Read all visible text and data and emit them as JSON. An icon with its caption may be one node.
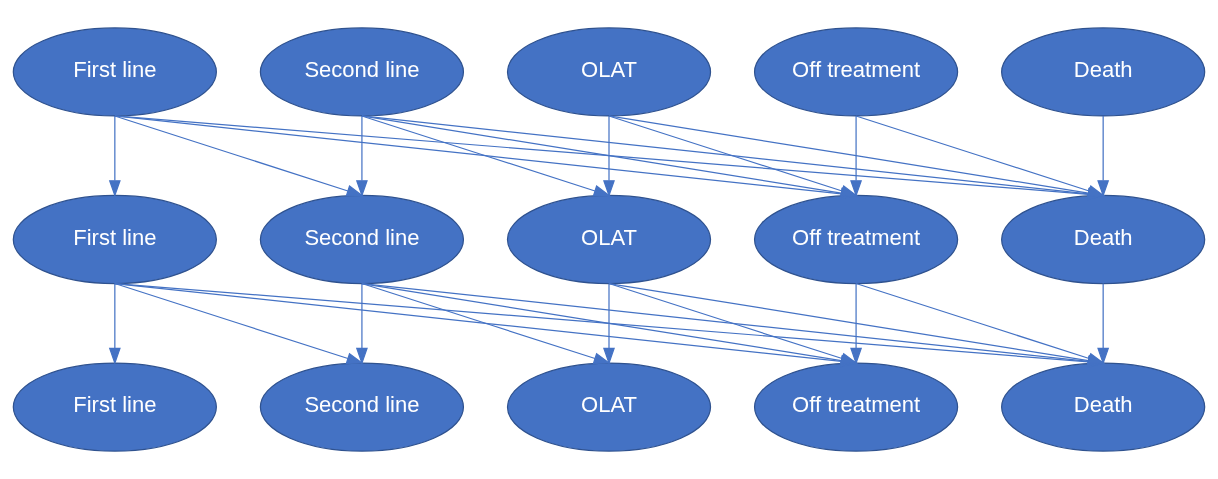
{
  "diagram": {
    "nodes": [
      {
        "text": [
          "First line"
        ]
      },
      {
        "text": [
          "Second line"
        ]
      },
      {
        "text": [
          "OLAT"
        ]
      },
      {
        "text": [
          "Off treatment"
        ]
      },
      {
        "text": [
          "Death"
        ]
      },
      {
        "text": [
          "First line"
        ]
      },
      {
        "text": [
          "Second line"
        ]
      },
      {
        "text": [
          "OLAT"
        ]
      },
      {
        "text": [
          "Off treatment"
        ]
      },
      {
        "text": [
          "Death"
        ]
      },
      {
        "text": [
          "First line"
        ]
      },
      {
        "text": [
          "Second line"
        ]
      },
      {
        "text": [
          "OLAT"
        ]
      },
      {
        "text": [
          "Off treatment"
        ]
      },
      {
        "text": [
          "Death"
        ]
      }
    ],
    "edges": [
      {
        "from": 0,
        "to": 5,
        "arrow": "to"
      },
      {
        "from": 0,
        "to": 6,
        "arrow": "to"
      },
      {
        "from": 0,
        "to": 8,
        "arrow": "to"
      },
      {
        "from": 0,
        "to": 9,
        "arrow": "to"
      },
      {
        "from": 1,
        "to": 6,
        "arrow": "to"
      },
      {
        "from": 1,
        "to": 7,
        "arrow": "to"
      },
      {
        "from": 1,
        "to": 8,
        "arrow": "to"
      },
      {
        "from": 1,
        "to": 9,
        "arrow": "to"
      },
      {
        "from": 2,
        "to": 7,
        "arrow": "to"
      },
      {
        "from": 2,
        "to": 8,
        "arrow": "to"
      },
      {
        "from": 2,
        "to": 9,
        "arrow": "to"
      },
      {
        "from": 3,
        "to": 8,
        "arrow": "to"
      },
      {
        "from": 3,
        "to": 9,
        "arrow": "to"
      },
      {
        "from": 4,
        "to": 9,
        "arrow": "to"
      },
      {
        "from": 5,
        "to": 10,
        "arrow": "to"
      },
      {
        "from": 5,
        "to": 11,
        "arrow": "to"
      },
      {
        "from": 5,
        "to": 13,
        "arrow": "to"
      },
      {
        "from": 5,
        "to": 14,
        "arrow": "to"
      },
      {
        "from": 6,
        "to": 11,
        "arrow": "to"
      },
      {
        "from": 6,
        "to": 12,
        "arrow": "to"
      },
      {
        "from": 6,
        "to": 13,
        "arrow": "to"
      },
      {
        "from": 6,
        "to": 14,
        "arrow": "to"
      },
      {
        "from": 7,
        "to": 12,
        "arrow": "to"
      },
      {
        "from": 7,
        "to": 13,
        "arrow": "to"
      },
      {
        "from": 7,
        "to": 14,
        "arrow": "to"
      },
      {
        "from": 8,
        "to": 13,
        "arrow": "to"
      },
      {
        "from": 8,
        "to": 14,
        "arrow": "to"
      },
      {
        "from": 9,
        "to": 14,
        "arrow": "to"
      }
    ]
  }
}
